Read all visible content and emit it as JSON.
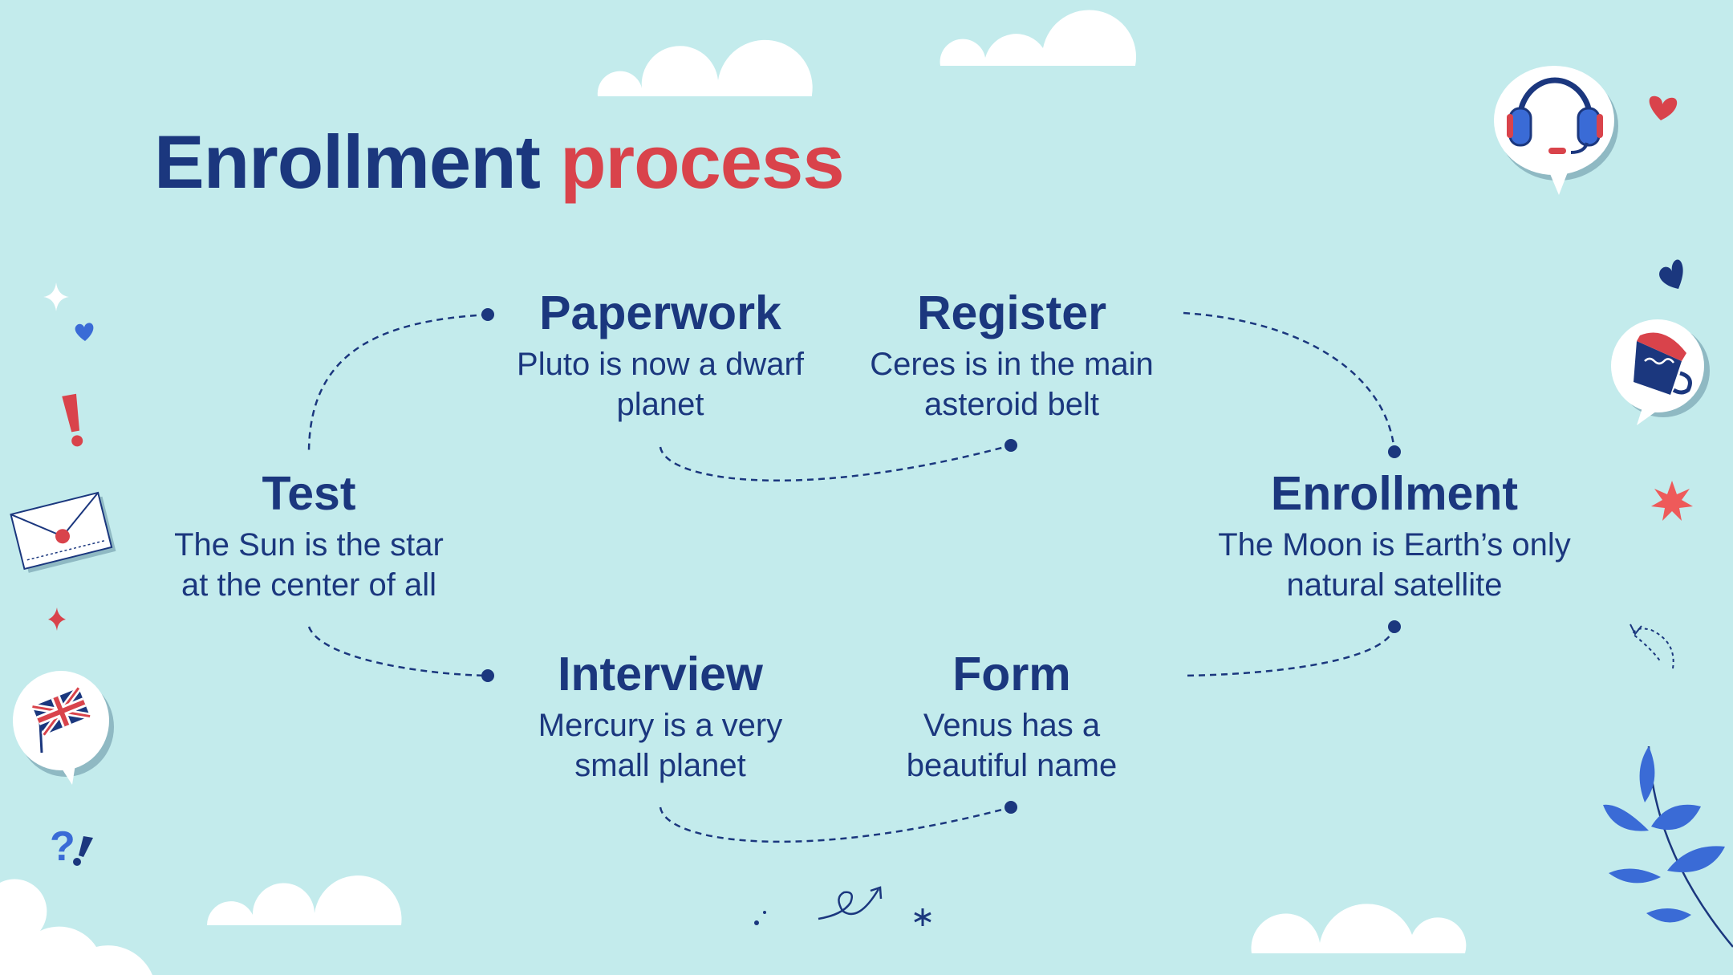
{
  "title": {
    "main": "Enrollment",
    "accent": "process"
  },
  "steps": [
    {
      "id": "paperwork",
      "heading": "Paperwork",
      "line1": "Pluto is now a dwarf",
      "line2": "planet"
    },
    {
      "id": "register",
      "heading": "Register",
      "line1": "Ceres is in the main",
      "line2": "asteroid belt"
    },
    {
      "id": "test",
      "heading": "Test",
      "line1": "The Sun is the star",
      "line2": "at the center of all"
    },
    {
      "id": "enrollment",
      "heading": "Enrollment",
      "line1": "The Moon is Earth’s only",
      "line2": "natural satellite"
    },
    {
      "id": "interview",
      "heading": "Interview",
      "line1": "Mercury is a very",
      "line2": "small planet"
    },
    {
      "id": "form",
      "heading": "Form",
      "line1": "Venus has a",
      "line2": "beautiful name"
    }
  ],
  "colors": {
    "background": "#c3ebec",
    "primary": "#1b377e",
    "accent": "#d9434b",
    "blue": "#3a6bd6",
    "cloud": "#ffffff"
  },
  "decorations": [
    "cloud",
    "headset-icon",
    "heart-icon",
    "mug-icon",
    "starburst-icon",
    "sparkle-icon",
    "exclamation-icon",
    "envelope-icon",
    "uk-flag-icon",
    "question-exclamation-icon",
    "leaf-branch-icon",
    "swirl-arrow-icon",
    "asterisk-icon"
  ]
}
